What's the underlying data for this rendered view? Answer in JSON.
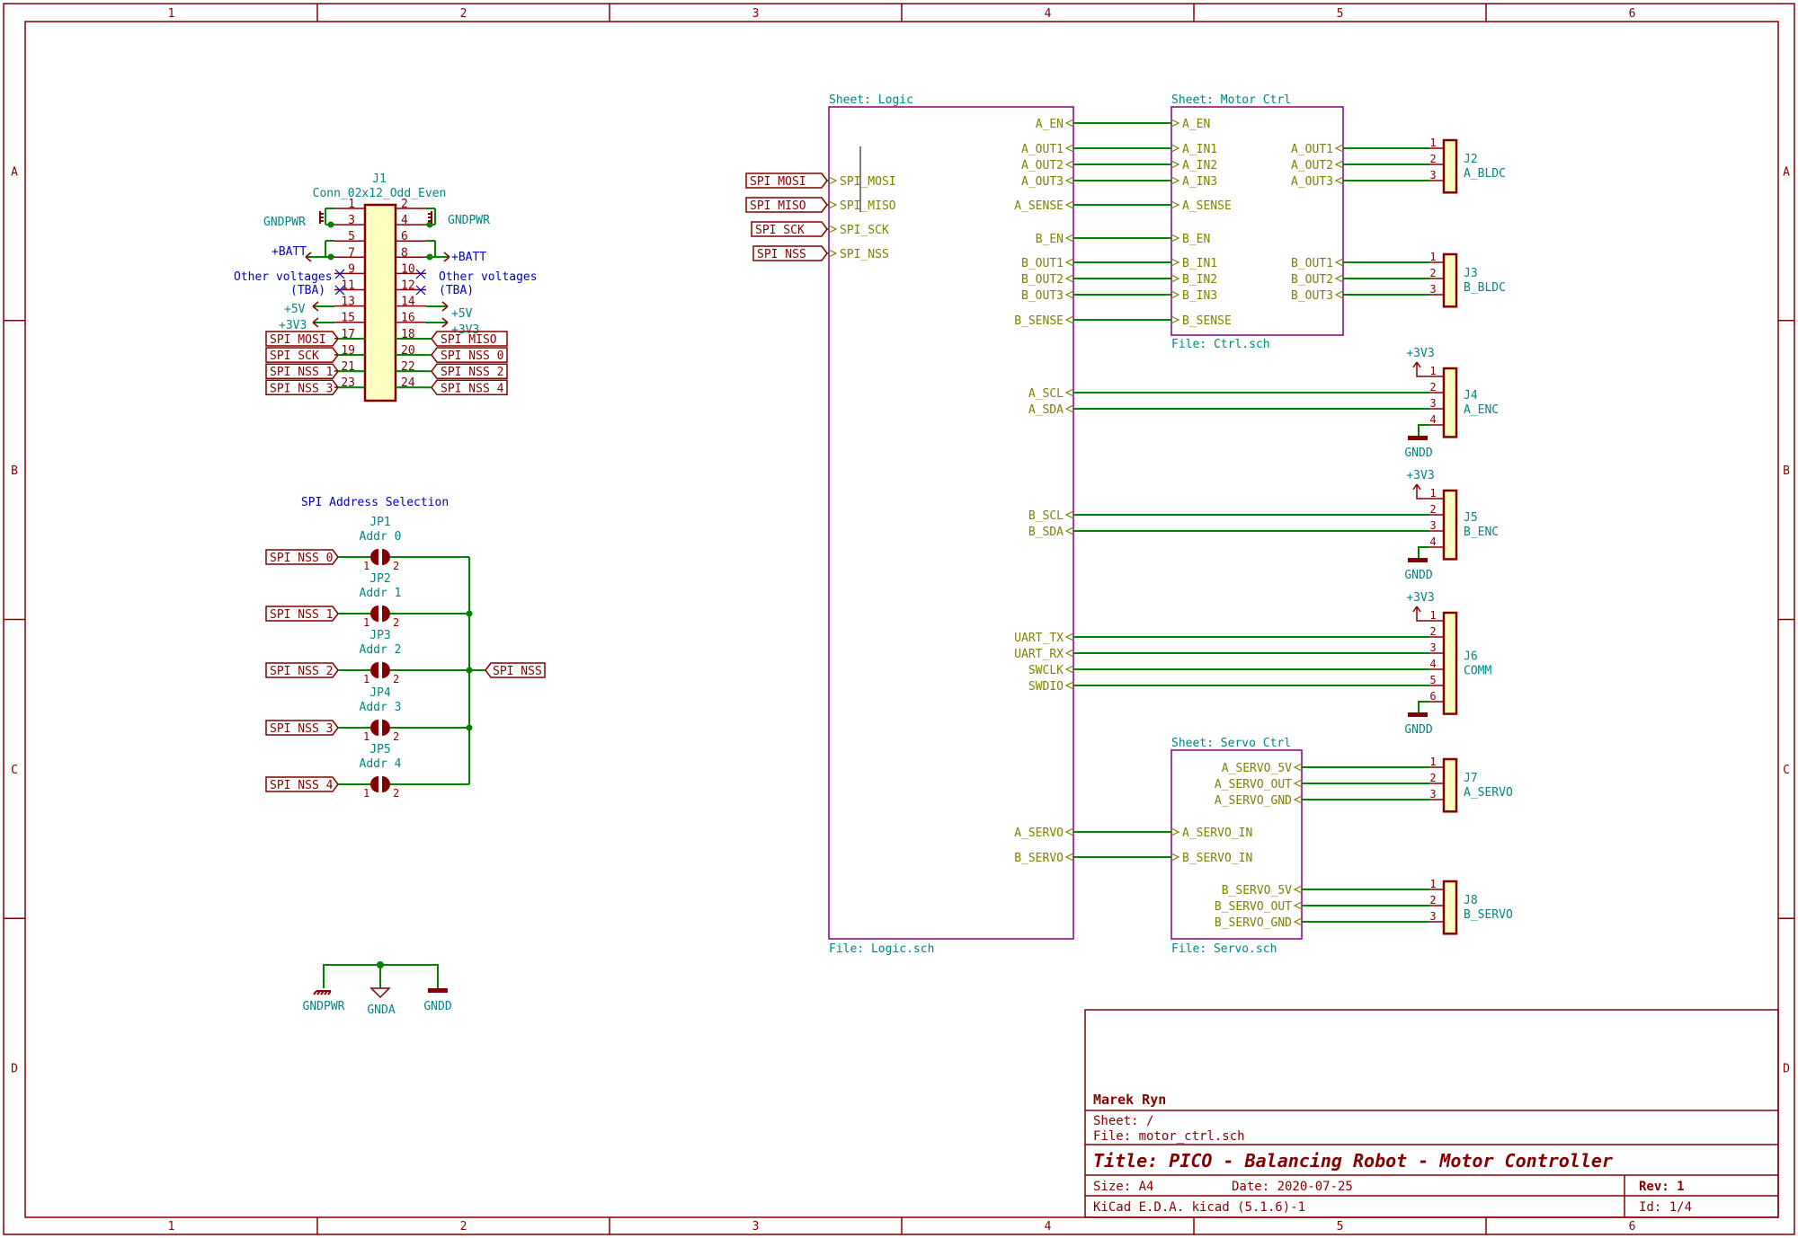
{
  "border": {
    "columns": [
      "1",
      "2",
      "3",
      "4",
      "5",
      "6"
    ],
    "rows": [
      "A",
      "B",
      "C",
      "D"
    ]
  },
  "connector_j1": {
    "ref": "J1",
    "value": "Conn_02x12_Odd_Even",
    "left_pins": [
      "1",
      "3",
      "5",
      "7",
      "9",
      "11",
      "13",
      "15",
      "17",
      "19",
      "21",
      "23"
    ],
    "right_pins": [
      "2",
      "4",
      "6",
      "8",
      "10",
      "12",
      "14",
      "16",
      "18",
      "20",
      "22",
      "24"
    ],
    "gndpwr_left": "GNDPWR",
    "gndpwr_right": "GNDPWR",
    "batt_left": "+BATT",
    "batt_right": "+BATT",
    "other_left_1": "Other voltages",
    "other_left_2": "(TBA)",
    "other_right_1": "Other voltages",
    "other_right_2": "(TBA)",
    "p5v_left": "+5V",
    "p5v_right": "+5V",
    "p3v3_left": "+3V3",
    "p3v3_right": "+3V3",
    "labels_left": [
      "SPI_MOSI",
      "SPI_SCK",
      "SPI_NSS_1",
      "SPI_NSS_3"
    ],
    "labels_right": [
      "SPI_MISO",
      "SPI_NSS_0",
      "SPI_NSS_2",
      "SPI_NSS_4"
    ]
  },
  "spi_select": {
    "title": "SPI Address Selection",
    "jumpers": [
      {
        "ref": "JP1",
        "value": "Addr 0",
        "label": "SPI_NSS_0"
      },
      {
        "ref": "JP2",
        "value": "Addr 1",
        "label": "SPI_NSS_1"
      },
      {
        "ref": "JP3",
        "value": "Addr 2",
        "label": "SPI_NSS_2"
      },
      {
        "ref": "JP4",
        "value": "Addr 3",
        "label": "SPI_NSS_3"
      },
      {
        "ref": "JP5",
        "value": "Addr 4",
        "label": "SPI_NSS_4"
      }
    ],
    "pin1": "1",
    "pin2": "2",
    "output_label": "SPI_NSS"
  },
  "grounds": {
    "gndpwr": "GNDPWR",
    "gnda": "GNDA",
    "gndd": "GNDD"
  },
  "sheet_logic": {
    "name": "Sheet: Logic",
    "file": "File: Logic.sch",
    "spi_labels": [
      "SPI_MOSI",
      "SPI_MISO",
      "SPI_SCK",
      "SPI_NSS"
    ],
    "pins_left": [
      "SPI_MOSI",
      "SPI_MISO",
      "SPI_SCK",
      "SPI_NSS"
    ],
    "pins_right": [
      "A_EN",
      "A_OUT1",
      "A_OUT2",
      "A_OUT3",
      "A_SENSE",
      "B_EN",
      "B_OUT1",
      "B_OUT2",
      "B_OUT3",
      "B_SENSE",
      "A_SCL",
      "A_SDA",
      "B_SCL",
      "B_SDA",
      "UART_TX",
      "UART_RX",
      "SWCLK",
      "SWDIO",
      "A_SERVO",
      "B_SERVO"
    ]
  },
  "sheet_motor": {
    "name": "Sheet: Motor Ctrl",
    "file": "File: Ctrl.sch",
    "pins_left": [
      "A_EN",
      "A_IN1",
      "A_IN2",
      "A_IN3",
      "A_SENSE",
      "B_EN",
      "B_IN1",
      "B_IN2",
      "B_IN3",
      "B_SENSE"
    ],
    "pins_right": [
      "A_OUT1",
      "A_OUT2",
      "A_OUT3",
      "B_OUT1",
      "B_OUT2",
      "B_OUT3"
    ]
  },
  "sheet_servo": {
    "name": "Sheet: Servo Ctrl",
    "file": "File: Servo.sch",
    "pins_left": [
      "A_SERVO_IN",
      "B_SERVO_IN"
    ],
    "pins_right": [
      "A_SERVO_5V",
      "A_SERVO_OUT",
      "A_SERVO_GND",
      "B_SERVO_5V",
      "B_SERVO_OUT",
      "B_SERVO_GND"
    ]
  },
  "connectors": [
    {
      "ref": "J2",
      "value": "A_BLDC",
      "pins": [
        "1",
        "2",
        "3"
      ]
    },
    {
      "ref": "J3",
      "value": "B_BLDC",
      "pins": [
        "1",
        "2",
        "3"
      ]
    },
    {
      "ref": "J4",
      "value": "A_ENC",
      "pins": [
        "1",
        "2",
        "3",
        "4"
      ],
      "power": "+3V3",
      "ground": "GNDD"
    },
    {
      "ref": "J5",
      "value": "B_ENC",
      "pins": [
        "1",
        "2",
        "3",
        "4"
      ],
      "power": "+3V3",
      "ground": "GNDD"
    },
    {
      "ref": "J6",
      "value": "COMM",
      "pins": [
        "1",
        "2",
        "3",
        "4",
        "5",
        "6"
      ],
      "power": "+3V3",
      "ground": "GNDD"
    },
    {
      "ref": "J7",
      "value": "A_SERVO",
      "pins": [
        "1",
        "2",
        "3"
      ]
    },
    {
      "ref": "J8",
      "value": "B_SERVO",
      "pins": [
        "1",
        "2",
        "3"
      ]
    }
  ],
  "title_block": {
    "company": "Marek Ryn",
    "sheet": "Sheet: /",
    "file": "File: motor_ctrl.sch",
    "title": "Title: PICO - Balancing Robot - Motor Controller",
    "size": "Size: A4",
    "date": "Date: 2020-07-25",
    "rev": "Rev: 1",
    "tool": "KiCad E.D.A.  kicad (5.1.6)-1",
    "id": "Id: 1/4"
  },
  "colors": {
    "wire": "#008400",
    "component": "#840000",
    "sheet": "#840084",
    "pin_text": "#808000",
    "value_text": "#008484",
    "note_text": "#0000c2"
  }
}
